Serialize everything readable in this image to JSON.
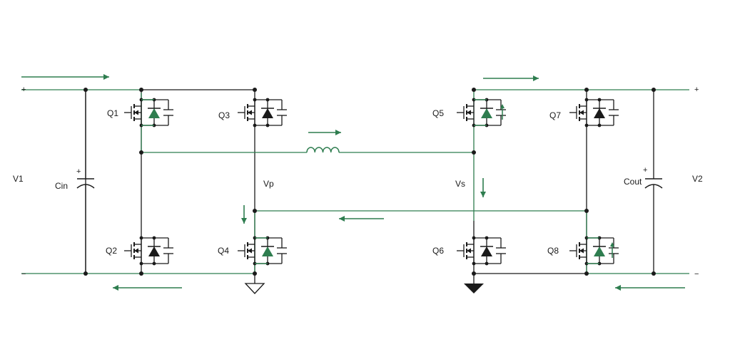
{
  "labels": {
    "v1": "V1",
    "v2": "V2",
    "cin": "Cin",
    "cout": "Cout",
    "vp": "Vp",
    "vs": "Vs",
    "q1": "Q1",
    "q2": "Q2",
    "q3": "Q3",
    "q4": "Q4",
    "q5": "Q5",
    "q6": "Q6",
    "q7": "Q7",
    "q8": "Q8",
    "plus": "+",
    "minus": "−"
  },
  "colors": {
    "current_path": "#2e7d4f",
    "wire": "#1a1a1a",
    "background": "#ffffff"
  }
}
